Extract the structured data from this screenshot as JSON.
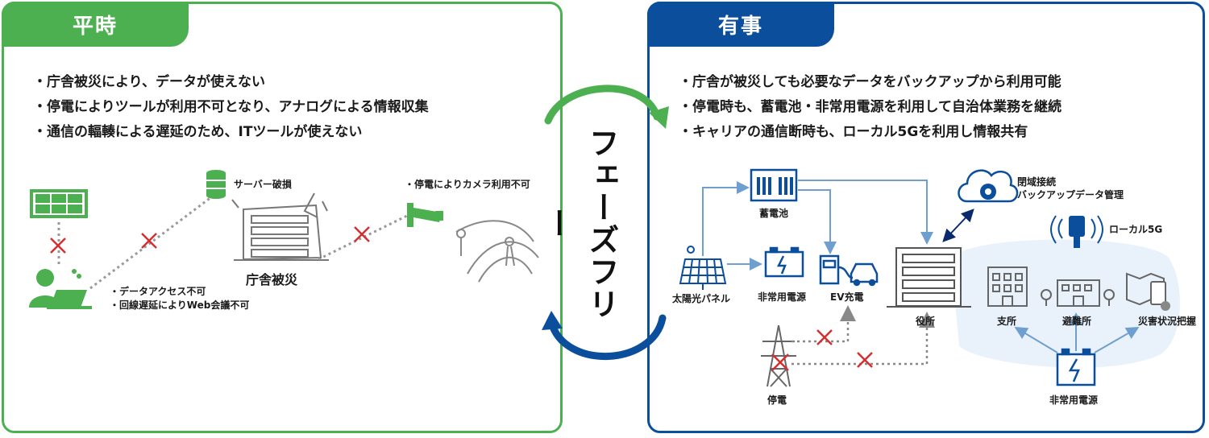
{
  "left": {
    "tab": "平時",
    "bullets": [
      "庁舎被災により、データが使えない",
      "停電によりツールが利用不可となり、アナログによる情報収集",
      "通信の輻輳による遅延のため、ITツールが使えない"
    ],
    "labels": {
      "server": "サーバー破損",
      "building": "庁舎被災",
      "camera": "停電によりカメラ利用不可",
      "access": "データアクセス不可",
      "web": "回線遅延によりWeb会議不可"
    }
  },
  "center": {
    "label": "フェーズフリー"
  },
  "right": {
    "tab": "有事",
    "bullets": [
      "庁舎が被災しても必要なデータをバックアップから利用可能",
      "停電時も、蓄電池・非常用電源を利用して自治体業務を継続",
      "キャリアの通信断時も、ローカル5Gを利用し情報共有"
    ],
    "labels": {
      "battery": "蓄電池",
      "solar": "太陽光パネル",
      "generator": "非常用電源",
      "ev": "EV充電",
      "office": "役所",
      "cloud_line1": "閉域接続",
      "cloud_line2": "バックアップデータ管理",
      "local5g": "ローカル5G",
      "branch": "支所",
      "shelter": "避難所",
      "disaster": "災害状況把握",
      "generator2": "非常用電源",
      "outage": "停電"
    }
  },
  "colors": {
    "green": "#4caf50",
    "blue": "#0b4f9c",
    "light_blue": "#6f9fcf",
    "red": "#d32f2f",
    "gray": "#888888"
  }
}
